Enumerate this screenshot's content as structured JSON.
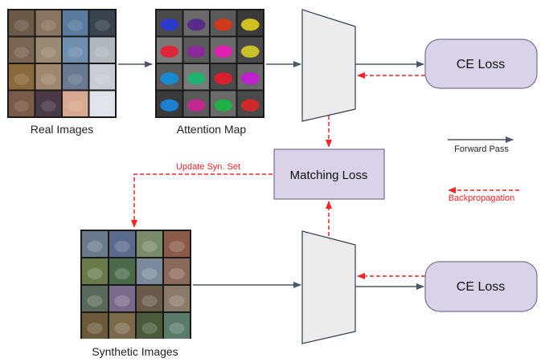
{
  "labels": {
    "real_images": "Real Images",
    "attention_map": "Attention Map",
    "synthetic_images": "Synthetic Images",
    "ce_loss_top": "CE Loss",
    "ce_loss_bottom": "CE Loss",
    "matching_loss": "Matching Loss",
    "update_syn_set": "Update Syn. Set"
  },
  "legend": {
    "forward_pass": "Forward Pass",
    "backpropagation": "Backpropagation"
  },
  "colors": {
    "loss_box_fill": "#d9d2e9",
    "loss_box_stroke": "#7a6f8f",
    "network_fill": "#ececec",
    "network_stroke": "#2e3d55",
    "forward_arrow": "#4a5568",
    "backprop_arrow": "#ff2222"
  },
  "real_image_tiles": [
    "#6b5a48",
    "#8a7560",
    "#5a7aa0",
    "#3a4450",
    "#7a6552",
    "#9a8a72",
    "#6f8fb0",
    "#b0b8c0",
    "#8a6a3c",
    "#a08870",
    "#6a7a90",
    "#c8ccd4",
    "#7a5a48",
    "#4a3a48",
    "#d8a890",
    "#e0e4ea"
  ],
  "attention_tiles": [
    {
      "bg": "#4a4a4a",
      "blob": "#2a3acc"
    },
    {
      "bg": "#6a6a6a",
      "blob": "#5a2c8a"
    },
    {
      "bg": "#5a5a5a",
      "blob": "#d03a18"
    },
    {
      "bg": "#3a3a3a",
      "blob": "#d0c022"
    },
    {
      "bg": "#7a7a7a",
      "blob": "#e0243a"
    },
    {
      "bg": "#5a5a5a",
      "blob": "#8a2a9a"
    },
    {
      "bg": "#6a6a6a",
      "blob": "#e020b0"
    },
    {
      "bg": "#4a4a4a",
      "blob": "#c8c028"
    },
    {
      "bg": "#5a5a5a",
      "blob": "#1a8ad0"
    },
    {
      "bg": "#7a7a7a",
      "blob": "#20b070"
    },
    {
      "bg": "#4a4a4a",
      "blob": "#d82030"
    },
    {
      "bg": "#6a6a6a",
      "blob": "#c020d0"
    },
    {
      "bg": "#3a3a3a",
      "blob": "#2080d0"
    },
    {
      "bg": "#5a5a5a",
      "blob": "#c02890"
    },
    {
      "bg": "#6a6a6a",
      "blob": "#20b048"
    },
    {
      "bg": "#4a4a4a",
      "blob": "#d02828"
    }
  ],
  "synthetic_tiles": [
    "#6a7a8a",
    "#5a6a8a",
    "#7a8a6a",
    "#8a5a4a",
    "#6a7a4a",
    "#4a6a4a",
    "#7a8a9a",
    "#8a6a5a",
    "#5a6a5a",
    "#7a6a8a",
    "#6a5a4a",
    "#8a7a6a",
    "#6a5a3a",
    "#7a6a4a",
    "#4a5a3a",
    "#5a7a6a"
  ]
}
